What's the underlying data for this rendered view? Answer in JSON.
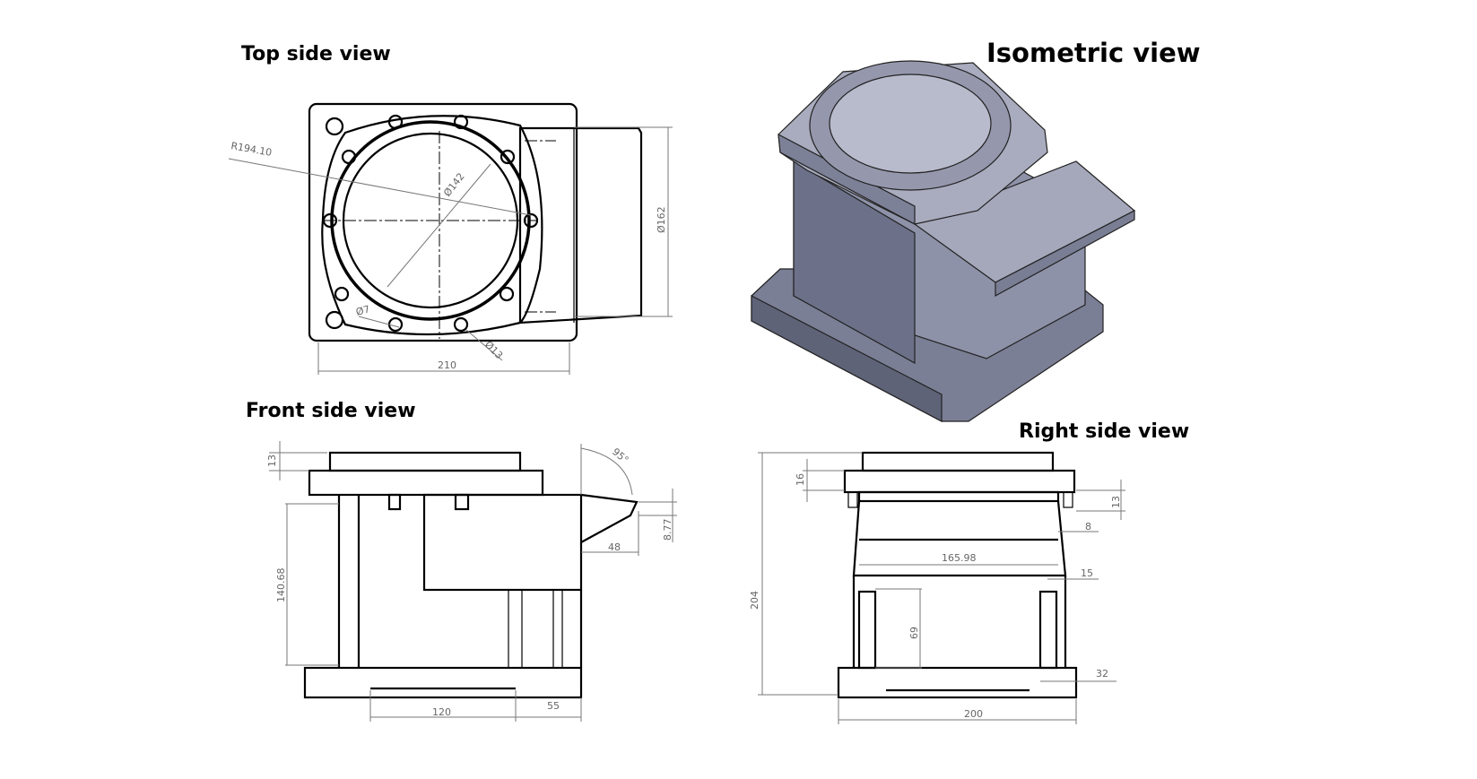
{
  "titles": {
    "top": "Top side view",
    "isometric": "Isometric view",
    "front": "Front side view",
    "right": "Right side view"
  },
  "dimensions": {
    "top": {
      "radius": "R194.10",
      "bore": "Ø142",
      "outlet": "Ø162",
      "hole_small": "Ø7",
      "hole_large": "Ø13",
      "width": "210"
    },
    "front": {
      "flange": "13",
      "angle": "95°",
      "lip": "8.77",
      "chute": "48",
      "height": "140.68",
      "base_inner": "120",
      "base_offset": "55"
    },
    "right": {
      "flange": "16",
      "step": "13",
      "inset": "8",
      "inner_width": "165.98",
      "wall": "15",
      "window": "69",
      "height": "204",
      "foot": "32",
      "width": "200"
    }
  },
  "colors": {
    "body": "#8e92a8",
    "body_dark": "#6c7088",
    "body_light": "#b9bccb"
  }
}
